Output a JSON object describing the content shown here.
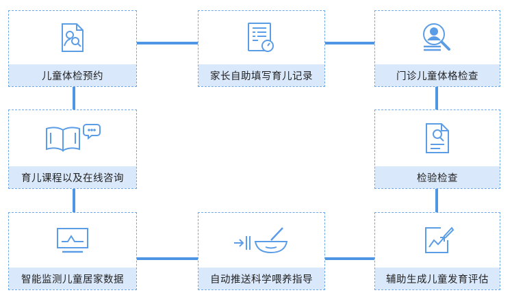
{
  "nodes": [
    {
      "id": "n1",
      "label": "儿童体检预约",
      "icon": "document-people-icon"
    },
    {
      "id": "n2",
      "label": "家长自助填写育儿记录",
      "icon": "form-stopwatch-icon"
    },
    {
      "id": "n3",
      "label": "门诊儿童体格检查",
      "icon": "person-magnifier-icon"
    },
    {
      "id": "n4",
      "label": "育儿课程以及在线咨询",
      "icon": "book-chat-icon"
    },
    {
      "id": "n5",
      "label": "检验检查",
      "icon": "document-search-icon"
    },
    {
      "id": "n6",
      "label": "智能监测儿童居家数据",
      "icon": "monitor-chart-icon"
    },
    {
      "id": "n7",
      "label": "自动推送科学喂养指导",
      "icon": "bowl-arrow-icon"
    },
    {
      "id": "n8",
      "label": "辅助生成儿童发育评估",
      "icon": "chart-edit-icon"
    }
  ],
  "colors": {
    "border": "#6ba6e6",
    "label_bg": "#d9e8fa",
    "connector": "#4e95e4",
    "icon": "#5b9ce6"
  }
}
